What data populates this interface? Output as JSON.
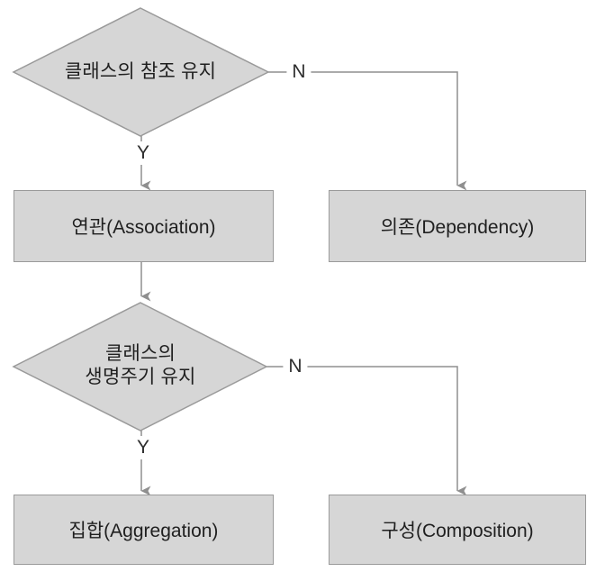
{
  "colors": {
    "node_fill": "#d6d6d6",
    "node_border": "#9a9a9a",
    "connector": "#8f8f8f",
    "text": "#1f1f1f",
    "branch_label": "#2e2e2e",
    "background": "#ffffff"
  },
  "flowchart": {
    "decision1": {
      "label": "클래스의 참조 유지"
    },
    "decision2": {
      "line1": "클래스의",
      "line2": "생명주기 유지"
    },
    "results": {
      "association": "연관(Association)",
      "dependency": "의존(Dependency)",
      "aggregation": "집합(Aggregation)",
      "composition": "구성(Composition)"
    },
    "branches": {
      "yes": "Y",
      "no": "N"
    }
  }
}
